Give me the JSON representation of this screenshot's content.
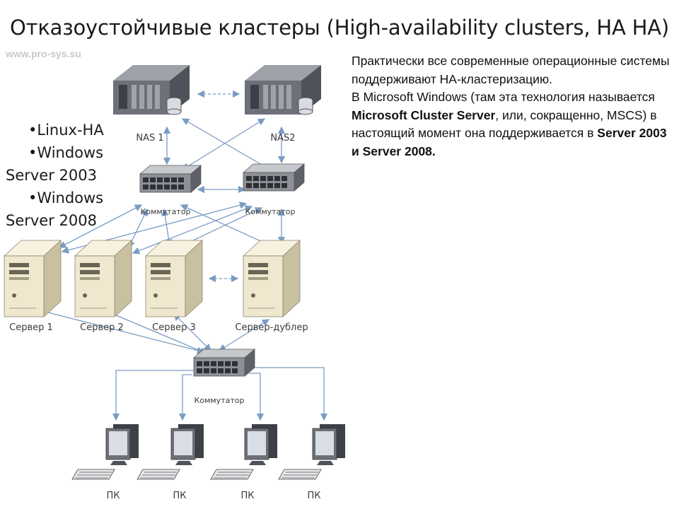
{
  "title": "Отказоустойчивые кластеры (High-availability clusters, HA HA)",
  "watermark": "www.pro-sys.su",
  "bullets": [
    "•Linux-HA",
    "•Windows Server 2003",
    "•Windows Server 2008"
  ],
  "description": {
    "p1": "Практически все современные операционные системы поддерживают HA-кластеризацию.",
    "p2_start": "В Microsoft Windows (там эта технология называется ",
    "p2_bold1": "Microsoft Cluster Server",
    "p2_mid": ", или, сокращенно, MSCS) в настоящий момент она поддерживается в ",
    "p2_bold2": "Server 2003 и Server 2008."
  },
  "diagram": {
    "nas": [
      "NAS 1",
      "NAS2"
    ],
    "switch_label": "Коммутатор",
    "servers": [
      "Сервер 1",
      "Сервер 2",
      "Сервер 3",
      "Сервер-дублер"
    ],
    "pc_label": "ПК",
    "colors": {
      "line": "#7a9cc4",
      "device": "#6d7079",
      "case": "#efe8cf"
    }
  }
}
